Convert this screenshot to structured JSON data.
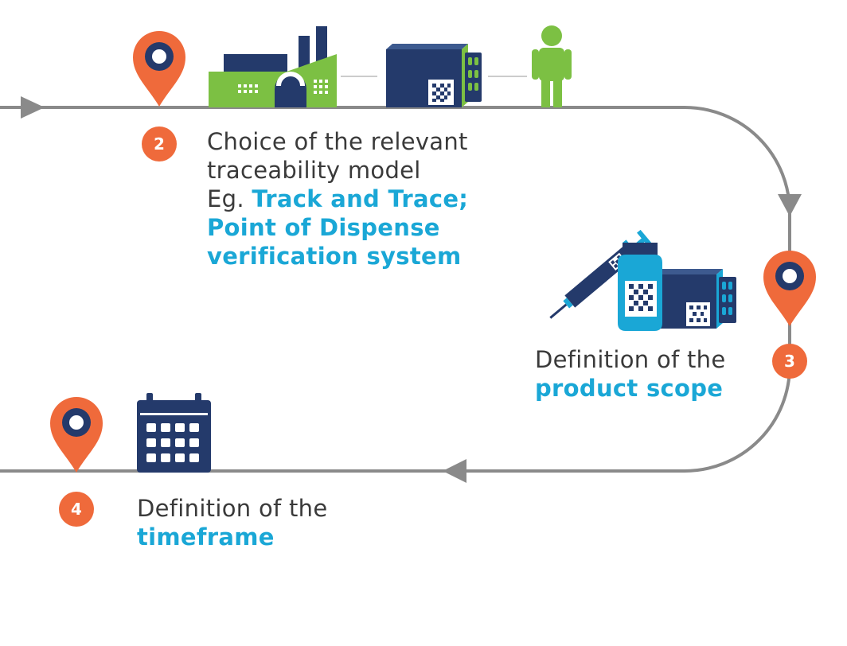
{
  "colors": {
    "orange": "#ef6a3b",
    "navy": "#243a6b",
    "green": "#7cc043",
    "cyan": "#1aa7d6",
    "path": "#8a8a8a",
    "text": "#3a3a3a"
  },
  "steps": [
    {
      "number": "2",
      "lines": [
        {
          "text": "Choice of the relevant"
        },
        {
          "text": "traceability model"
        },
        {
          "prefix": "Eg. ",
          "highlight": "Track and Trace;"
        },
        {
          "highlight": "Point of Dispense"
        },
        {
          "highlight": "verification system"
        }
      ],
      "icons": [
        "location-pin-icon",
        "factory-icon",
        "medicine-box-icon",
        "person-icon"
      ]
    },
    {
      "number": "3",
      "lines": [
        {
          "text": "Definition of the"
        },
        {
          "highlight": "product scope"
        }
      ],
      "icons": [
        "location-pin-icon",
        "syringe-icon",
        "vial-icon",
        "medicine-box-icon"
      ]
    },
    {
      "number": "4",
      "lines": [
        {
          "text": "Definition of the"
        },
        {
          "highlight": "timeframe"
        }
      ],
      "icons": [
        "location-pin-icon",
        "calendar-icon"
      ]
    }
  ]
}
